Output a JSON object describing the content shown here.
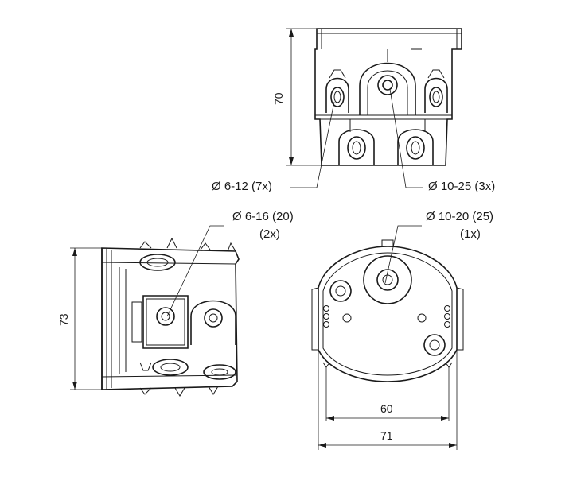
{
  "labels": {
    "hole_small_top": "Ø 6-12 (7x)",
    "hole_large_top": "Ø 10-25 (3x)",
    "hole_side_line1": "Ø 6-16 (20)",
    "hole_side_line2": "(2x)",
    "hole_bottom_line1": "Ø 10-20 (25)",
    "hole_bottom_line2": "(1x)"
  },
  "dimensions": {
    "front_height": "70",
    "side_height": "73",
    "inner_width": "60",
    "outer_width": "71"
  }
}
